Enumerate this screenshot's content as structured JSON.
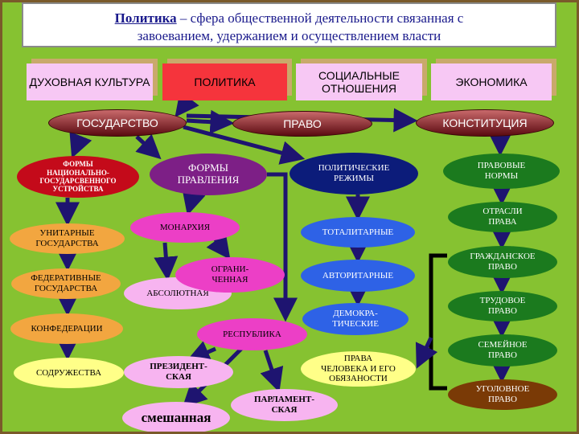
{
  "title": {
    "term": "Политика",
    "rest1": " – сфера общественной деятельности связанная с",
    "line2": "завоеванием, удержанием и осуществлением власти"
  },
  "spheres": {
    "spiritual": "ДУХОВНАЯ КУЛЬТУРА",
    "politics": "ПОЛИТИКА",
    "social": "СОЦИАЛЬНЫЕ ОТНОШЕНИЯ",
    "economy": "ЭКОНОМИКА"
  },
  "nodes": {
    "state": "ГОСУДАРСТВО",
    "law": "ПРАВО",
    "constitution": "КОНСТИТУЦИЯ",
    "national_forms": "ФОРМЫ НАЦИОНАЛЬНО-ГОСУДАРСВЕННОГО УСТРОЙСТВА",
    "forms_of_rule": "ФОРМЫ ПРАВЛЕНИЯ",
    "political_regimes": "ПОЛИТИЧЕСКИЕ РЕЖИМЫ",
    "legal_norms": "ПРАВОВЫЕ НОРМЫ",
    "unitary": "УНИТАРНЫЕ ГОСУДАРСТВА",
    "federal": "ФЕДЕРАТИВНЫЕ ГОСУДАРСТВА",
    "confederation": "КОНФЕДЕРАЦИИ",
    "commonwealth": "СОДРУЖЕСТВА",
    "monarchy": "МОНАРХИЯ",
    "limited": "ОГРАНИ-ЧЕННАЯ",
    "absolute": "АБСОЛЮТНАЯ",
    "republic": "РЕСПУБЛИКА",
    "presidential": "ПРЕЗИДЕНТ-СКАЯ",
    "parliamentary": "ПАРЛАМЕНТ-СКАЯ",
    "mixed": "смешанная",
    "totalitarian": "ТОТАЛИТАРНЫЕ",
    "authoritarian": "АВТОРИТАРНЫЕ",
    "democratic": "ДЕМОКРА-ТИЧЕСКИЕ",
    "human_rights": "ПРАВА ЧЕЛОВЕКА И ЕГО ОБЯЗАНОСТИ",
    "branches": "ОТРАСЛИ ПРАВА",
    "civil": "ГРАЖДАНСКОЕ ПРАВО",
    "labor": "ТРУДОВОЕ ПРАВО",
    "family": "СЕМЕЙНОЕ ПРАВО",
    "criminal": "УГОЛОВНОЕ ПРАВО"
  },
  "colors": {
    "background": "#86c231",
    "sphere_fill": "#f7c8f4",
    "politics_fill": "#f5343c",
    "maroon_gradient": [
      "#c9696b",
      "#5a0a10"
    ],
    "red_node": "#c40a1a",
    "purple_node": "#7d1f86",
    "navy_node": "#0c1c7a",
    "green_node": "#1b7a1e",
    "orange_node": "#f2a640",
    "magenta_node": "#ec3fc6",
    "blue_node": "#2e62e6",
    "yellow_node": "#ffff88",
    "pink_node": "#f7b4f0",
    "brown_node": "#7a3a06",
    "arrow": "#1e1470"
  }
}
